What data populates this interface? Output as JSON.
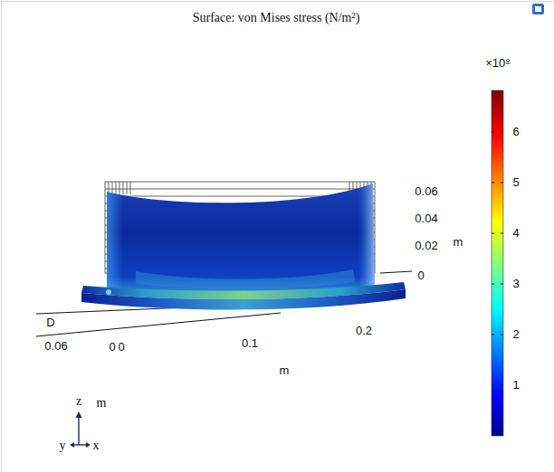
{
  "diagram": {
    "title": "Surface: von Mises stress (N/m²)",
    "labels": [
      "×10⁸",
      "6",
      "5",
      "4",
      "3",
      "2",
      "1",
      "0.06",
      "0.04",
      "0.02",
      "m",
      "0",
      "D",
      "0.06",
      "0",
      "0",
      "0.1",
      "0.2",
      "m",
      "z",
      "m",
      "y",
      "x"
    ]
  }
}
